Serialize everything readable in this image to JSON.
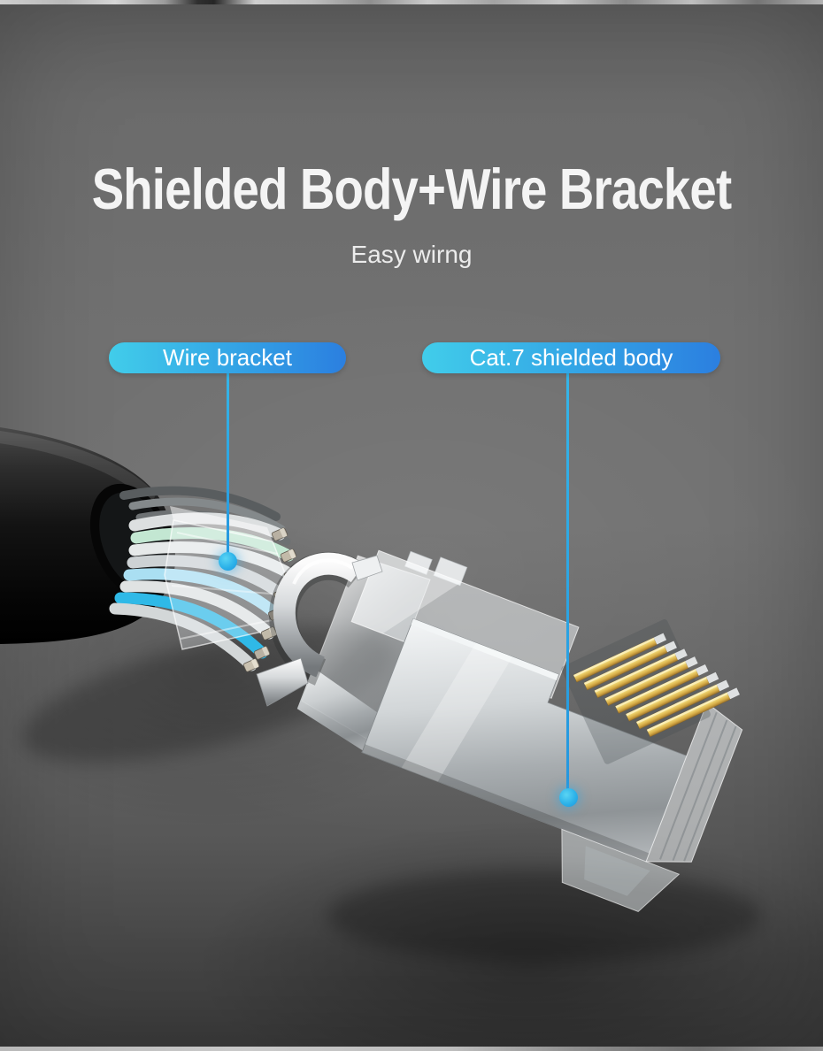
{
  "header": {
    "title": "Shielded Body+Wire Bracket",
    "subtitle": "Easy wirng"
  },
  "callouts": [
    {
      "label": "Wire bracket",
      "target": "clear-wire-bracket"
    },
    {
      "label": "Cat.7 shielded body",
      "target": "shielded-rj45-connector"
    }
  ],
  "scene_parts": [
    "black-ethernet-cable",
    "exposed-wire-strands",
    "clear-wire-bracket",
    "metal-shield-clip",
    "transparent-rj45-shielded-connector",
    "gold-contact-pins"
  ],
  "colors": {
    "callout_gradient_start": "#41cdea",
    "callout_gradient_end": "#2b7fe0",
    "callout_line": "#2aa8e4",
    "callout_dot": "#29b4ea",
    "title_text": "#f4f4f4",
    "background_mid": "#6f6f6f",
    "background_bottom": "#3b3b3b",
    "cable_black": "#0c0c0c",
    "wire_cyan": "#2fb9e7",
    "shield_silver": "#c3c7ca",
    "pin_gold": "#e0b955"
  }
}
